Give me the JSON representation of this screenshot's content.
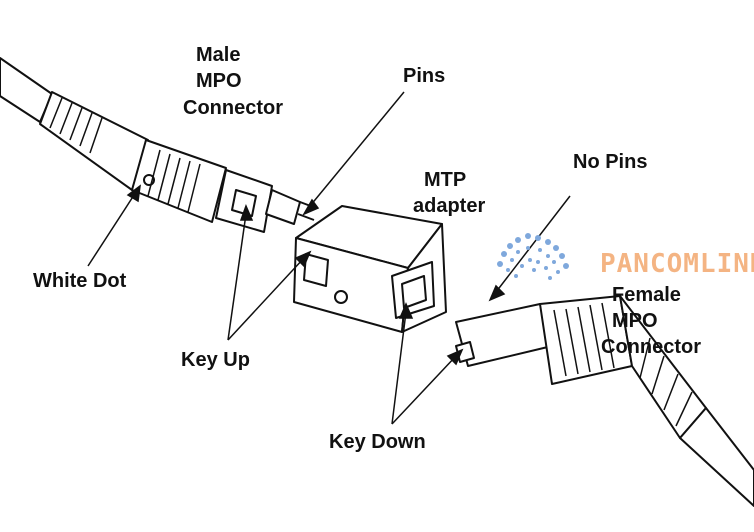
{
  "labels": {
    "male_l1": "Male",
    "male_l2": "MPO",
    "male_l3": "Connector",
    "pins": "Pins",
    "mtp_l1": "MTP",
    "mtp_l2": "adapter",
    "no_pins": "No Pins",
    "white_dot": "White Dot",
    "key_up": "Key Up",
    "female_l1": "Female",
    "female_l2": "MPO",
    "female_l3": "Connector",
    "key_down": "Key Down"
  },
  "watermark": {
    "text": "PANCOMLINK",
    "color": "#f4b483",
    "burst_color": "#7fa8dc"
  },
  "colors": {
    "ink": "#111111",
    "background": "#ffffff"
  }
}
